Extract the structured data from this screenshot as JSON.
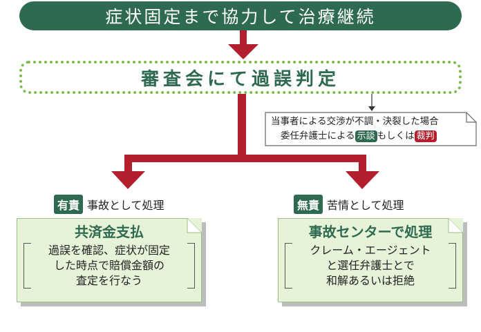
{
  "top_banner": "症状固定まで協力して治療継続",
  "judgment": "審査会にて過誤判定",
  "note": {
    "line1": "当事者による交渉が不調・決裂した場合",
    "line2_prefix": "委任弁護士による",
    "tag_settlement": "示談",
    "line2_middle": "もしくは",
    "tag_trial": "裁判"
  },
  "left_branch": {
    "tag": "有責",
    "label": "事故として処理",
    "box_title": "共済金支払",
    "box_lines": [
      "過誤を確認、症状が固定",
      "した時点で賠償金額の",
      "査定を行なう"
    ]
  },
  "right_branch": {
    "tag": "無責",
    "label": "苦情として処理",
    "box_title": "事故センターで処理",
    "box_lines": [
      "クレーム・エージェント",
      "と選任弁護士とで",
      "和解あるいは拒絶"
    ]
  },
  "colors": {
    "banner": "#2e6a4f",
    "arrow": "#b41f2e",
    "dotted_border": "#7cbc4f",
    "box_fill": "#e6f3d8"
  }
}
